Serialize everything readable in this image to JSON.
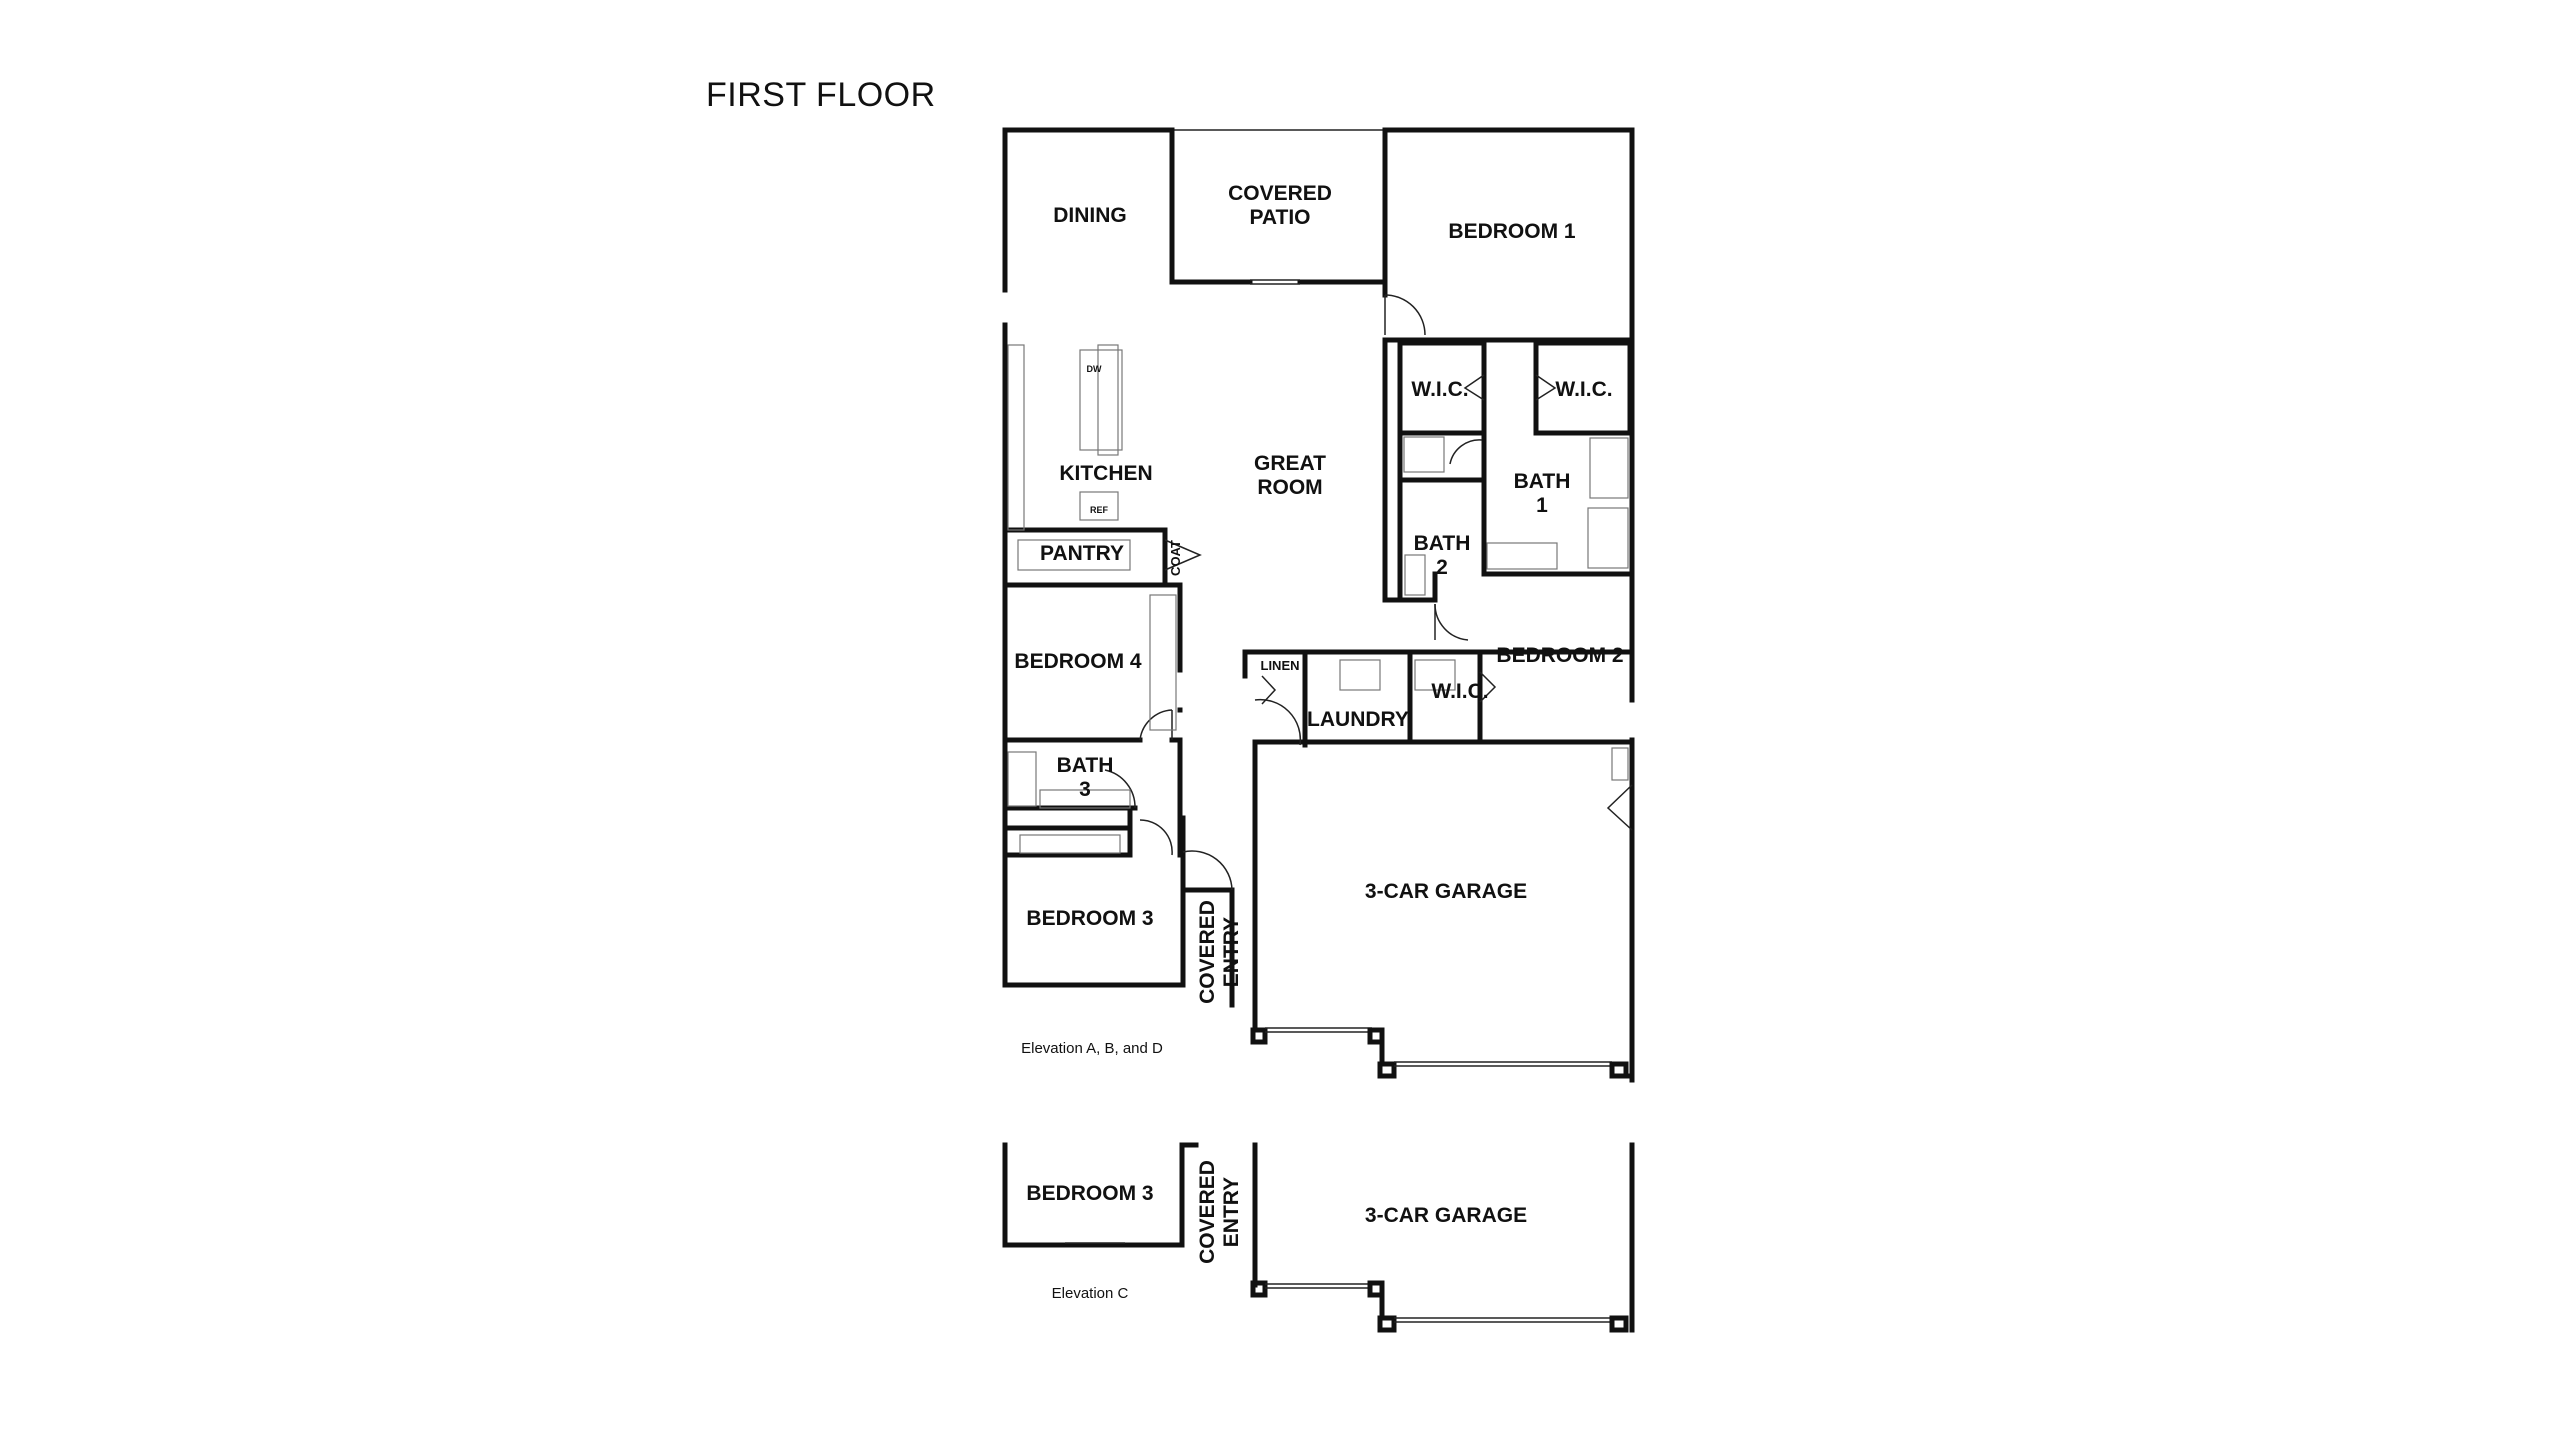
{
  "title": "FIRST FLOOR",
  "rooms": {
    "dining": "DINING",
    "covered_patio_1": "COVERED",
    "covered_patio_2": "PATIO",
    "bedroom1": "BEDROOM 1",
    "wic_left": "W.I.C.",
    "wic_right": "W.I.C.",
    "great_room_1": "GREAT",
    "great_room_2": "ROOM",
    "kitchen": "KITCHEN",
    "dw": "DW",
    "ref": "REF",
    "bath1_1": "BATH",
    "bath1_2": "1",
    "bath2_1": "BATH",
    "bath2_2": "2",
    "pantry": "PANTRY",
    "coat": "COAT",
    "bedroom4": "BEDROOM 4",
    "bedroom2": "BEDROOM 2",
    "linen": "LINEN",
    "wic_bed2": "W.I.C.",
    "laundry": "LAUNDRY",
    "bath3_1": "BATH",
    "bath3_2": "3",
    "garage": "3-CAR GARAGE",
    "bedroom3": "BEDROOM 3",
    "covered_entry_1": "COVERED",
    "covered_entry_2": "ENTRY",
    "elevation_abd": "Elevation A, B, and D",
    "alt_bedroom3": "BEDROOM 3",
    "alt_covered_entry_1": "COVERED",
    "alt_covered_entry_2": "ENTRY",
    "alt_garage": "3-CAR GARAGE",
    "elevation_c": "Elevation C"
  }
}
